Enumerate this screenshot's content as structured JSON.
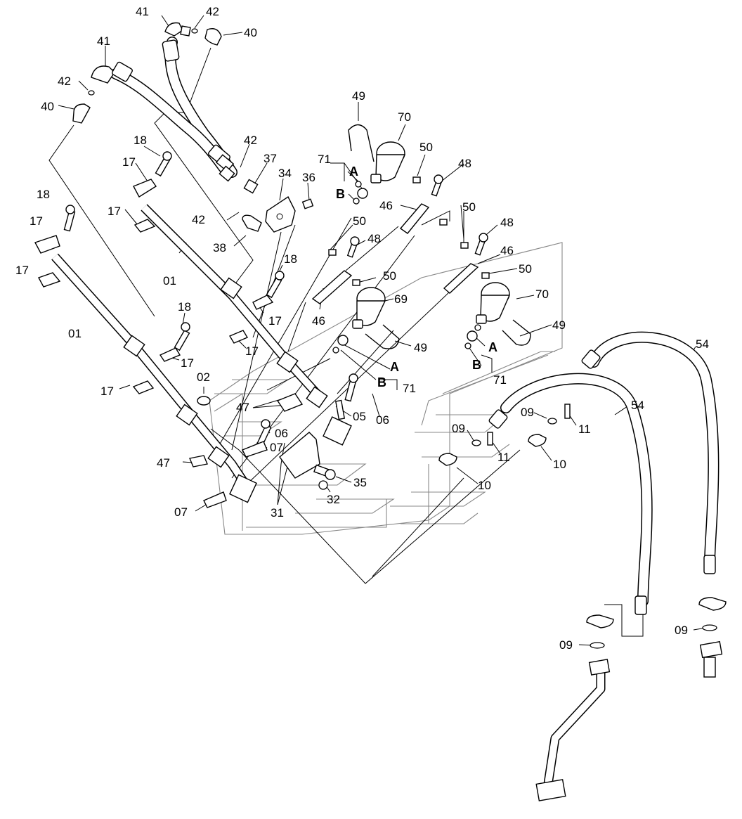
{
  "labels": {
    "c41a": "41",
    "c42a": "42",
    "c40a": "40",
    "c41b": "41",
    "c42b": "42",
    "c40b": "40",
    "c49a": "49",
    "c70a": "70",
    "c50a": "50",
    "c48a": "48",
    "c18a": "18",
    "c17a": "17",
    "c17b": "17",
    "c42c": "42",
    "c37": "37",
    "c34": "34",
    "c36": "36",
    "c71a": "71",
    "cAa": "A",
    "cBa": "B",
    "c46a": "46",
    "c42d": "42",
    "c38": "38",
    "c50b": "50",
    "c48b": "48",
    "c18b": "18",
    "c17c": "17",
    "c17d": "17",
    "c01a": "01",
    "c50c": "50",
    "c48c": "48",
    "c46b": "46",
    "c18c": "18",
    "c50d": "50",
    "c50e": "50",
    "c69": "69",
    "c70b": "70",
    "c17e": "17",
    "c17f": "17",
    "c46c": "46",
    "c49b": "49",
    "c49c": "49",
    "c18d": "18",
    "c01b": "01",
    "c17g": "17",
    "c17h": "17",
    "cAb": "A",
    "cBb": "B",
    "c71b": "71",
    "cAc": "A",
    "cBc": "B",
    "c71c": "71",
    "c54a": "54",
    "c02": "02",
    "c47a": "47",
    "c05": "05",
    "c06a": "06",
    "c54b": "54",
    "c09a": "09",
    "c11a": "11",
    "c09b": "09",
    "c11b": "11",
    "c06b": "06",
    "c07a": "07",
    "c10a": "10",
    "c10b": "10",
    "c47b": "47",
    "c35": "35",
    "c32": "32",
    "c07b": "07",
    "c31": "31",
    "c09c": "09",
    "c09d": "09"
  }
}
